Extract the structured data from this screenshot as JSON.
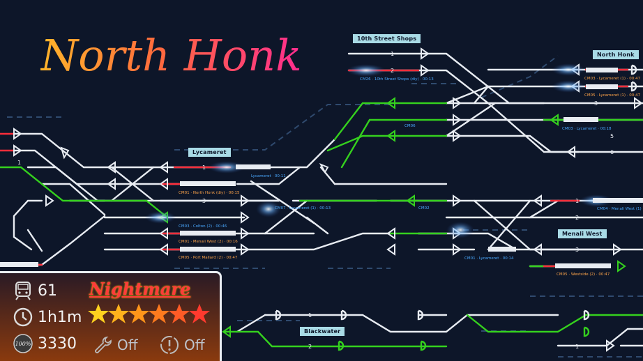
{
  "level_title": "North Honk",
  "stations": {
    "tenth_street": "10th Street Shops",
    "north_honk": "North Honk",
    "lycameret": "Lycameret",
    "menali_west": "Menali West",
    "blackwater": "Blackwater"
  },
  "track_labels": [
    "CM26 · 10th Street Shops (diy) · 00:13",
    "CM03 · Lycameret (1) · 00:47",
    "CM05 · Lycameret (1) · 00:47",
    "CM06",
    "CM03 · Lycameret · 00:18",
    "CM01 · North Honk (diy) · 00:15",
    "CM07 · Lycameret (1) · 00:13",
    "CM02",
    "CM03 · Colton (2) · 00:46",
    "CM01 · Menali West (2) · 00:16",
    "CM05 · Port Mallard (2) · 00:47",
    "CM01 · Lycameret · 00:14",
    "CM04 · Menali West (1)",
    "CM05 · Westside (2) · 00:47",
    "Lycameret · 00:11"
  ],
  "stats": {
    "trains": "61",
    "time": "1h1m",
    "score": "3330",
    "score_icon": "100%",
    "difficulty": "Nightmare",
    "stars": 6,
    "tools": "Off",
    "alerts": "Off"
  },
  "colors": {
    "background": "#0d1629",
    "track": "#e8ecf2",
    "green_track": "#35d11e",
    "red_track": "#ff2d3a",
    "accent": "#a9dbe6"
  }
}
